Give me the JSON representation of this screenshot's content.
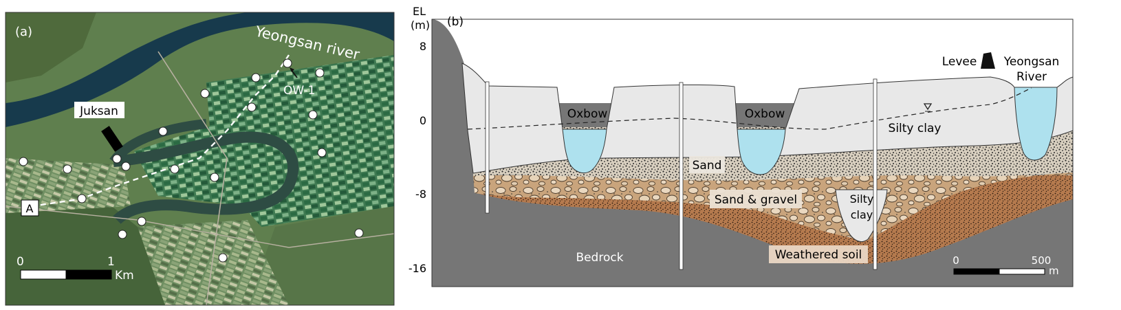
{
  "panel_a": {
    "label": "(a)",
    "river_label": "Yeongsan river",
    "site_label": "Juksan",
    "well_label": "OW-1",
    "section_label": "A",
    "scale": {
      "start": "0",
      "mid": "1",
      "unit": "Km"
    }
  },
  "panel_b": {
    "label": "(b)",
    "y_axis": {
      "title_line1": "EL",
      "title_line2": "(m)",
      "ticks": [
        "8",
        "0",
        "-8",
        "-16"
      ]
    },
    "labels": {
      "oxbow1": "Oxbow",
      "oxbow2": "Oxbow",
      "levee": "Levee",
      "river_line1": "Yeongsan",
      "river_line2": "River",
      "silty_clay": "Silty clay",
      "sand": "Sand",
      "sand_gravel": "Sand & gravel",
      "silty_clay_lens_line1": "Silty",
      "silty_clay_lens_line2": "clay",
      "weathered_soil": "Weathered soil",
      "bedrock": "Bedrock"
    },
    "scale": {
      "start": "0",
      "end": "500",
      "unit": "m"
    }
  },
  "colors": {
    "bedrock": "#767676",
    "silty_clay": "#e8e8e8",
    "sand": "#d8cfbf",
    "gravel": "#c8a47e",
    "weathered": "#b57a4e",
    "water": "#aee1ee",
    "paddy_dark": "#27613f",
    "paddy_light": "#6fa37a",
    "river_dark": "#173a4c"
  }
}
